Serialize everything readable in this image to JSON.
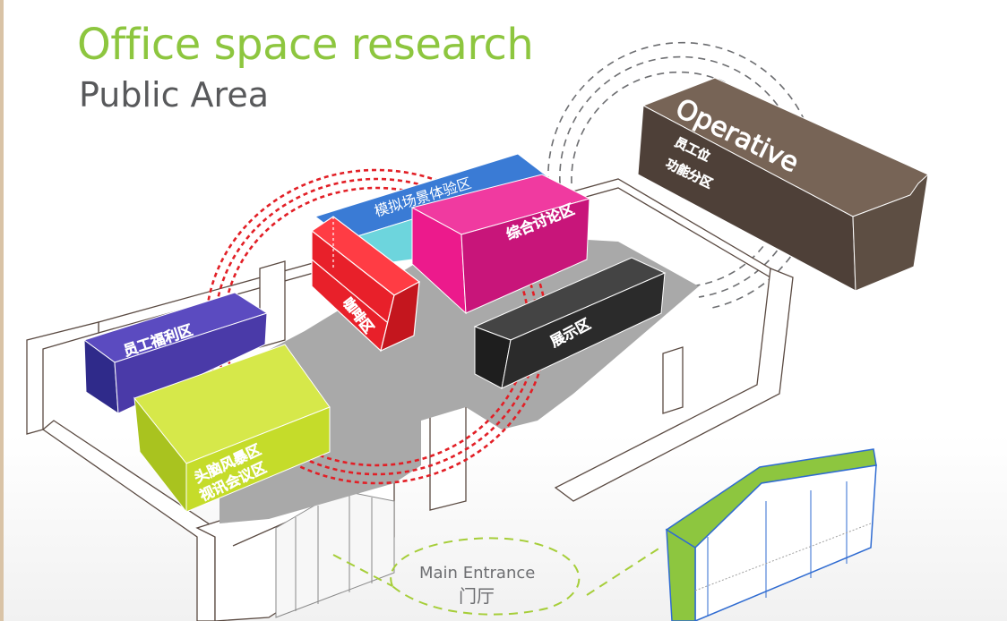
{
  "header": {
    "title": "Office space research",
    "subtitle": "Public Area"
  },
  "zones": {
    "operative": {
      "title": "Operative",
      "line1": "员工位",
      "line2": "功能分区"
    },
    "simulation": {
      "label": "模拟场景体验区"
    },
    "discussion": {
      "label": "综合讨论区"
    },
    "coffee": {
      "label": "咖啡区"
    },
    "welfare": {
      "label": "员工福利区"
    },
    "exhibition": {
      "label": "展示区"
    },
    "brainstorm": {
      "line1": "头脑风暴区",
      "line2": "视讯会议区"
    }
  },
  "entrance": {
    "label_en": "Main Entrance",
    "label_zh": "门厅"
  },
  "colors": {
    "title_green": "#8dc63f",
    "subtitle_gray": "#58595b",
    "operative_brown": "#5d4e43",
    "simulation_blue": "#3a7bd5",
    "simulation_cyan": "#6dd5dd",
    "discussion_magenta": "#ec1a8c",
    "coffee_red": "#e8202a",
    "welfare_purple": "#4a3aa8",
    "exhibition_black": "#2b2b2b",
    "brainstorm_lime": "#c5dc2a",
    "floor_gray": "#a9a9a9",
    "dash_red": "#e21f26",
    "dash_green": "#a6ce39"
  }
}
